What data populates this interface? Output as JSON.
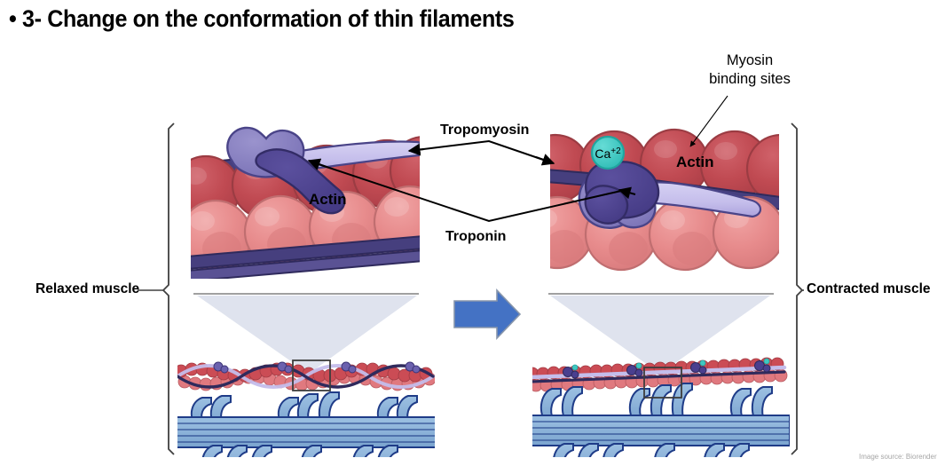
{
  "slide": {
    "title": "• 3- Change on the conformation of thin filaments",
    "credit": "Image source: Biorender",
    "background_color": "#ffffff"
  },
  "labels": {
    "myosin_binding_sites_line1": "Myosin",
    "myosin_binding_sites_line2": "binding sites",
    "tropomyosin": "Tropomyosin",
    "troponin": "Troponin",
    "relaxed_muscle": "Relaxed muscle",
    "contracted_muscle": "Contracted muscle",
    "actin_left": "Actin",
    "actin_right": "Actin",
    "calcium_ion": "Ca",
    "calcium_charge": "+2"
  },
  "colors": {
    "actin_back": "#c04a52",
    "actin_back_stroke": "#9b3c43",
    "actin_front": "#e78b8c",
    "actin_front_stroke": "#c06e70",
    "tropomyosin_dark": "#463f7e",
    "tropomyosin_light": "#c4bdeb",
    "troponin_light": "#8179bd",
    "troponin_dark": "#4e4491",
    "calcium_fill": "#3fc8c2",
    "calcium_stroke": "#21a59f",
    "myosin_fill": "#84aed6",
    "myosin_stroke": "#1f3c88",
    "arrow_blue": "#4472c4",
    "arrow_blue_stroke": "#8896ab",
    "magnifier_cone": "#dfe3ee",
    "bracket": "#404040",
    "leader_line": "#000000",
    "credit_text": "#a6a6a6"
  },
  "panels": {
    "left": {
      "name": "relaxed-muscle-panel",
      "state": "relaxed"
    },
    "right": {
      "name": "contracted-muscle-panel",
      "state": "contracted"
    }
  },
  "transition_arrow": {
    "direction": "right",
    "meaning": "relaxed-to-contracted"
  }
}
